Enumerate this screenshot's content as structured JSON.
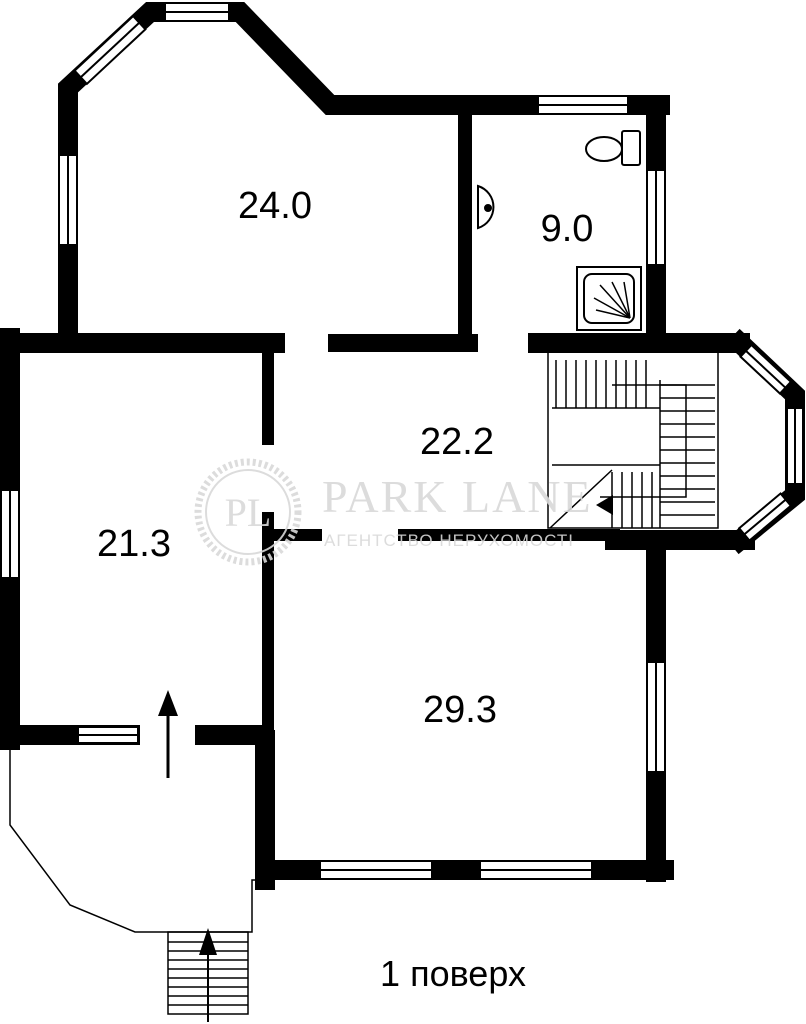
{
  "rooms": [
    {
      "label": "24.0"
    },
    {
      "label": "9.0"
    },
    {
      "label": "22.2"
    },
    {
      "label": "21.3"
    },
    {
      "label": "29.3"
    }
  ],
  "floor_label": "1 поверх",
  "watermark": {
    "logo": "PL",
    "title": "PARK LANE",
    "subtitle": "АГЕНТСТВО НЕРУХОМОСТІ"
  },
  "colors": {
    "wall": "#000000",
    "watermark": "#d9d9d9",
    "background": "#ffffff"
  }
}
